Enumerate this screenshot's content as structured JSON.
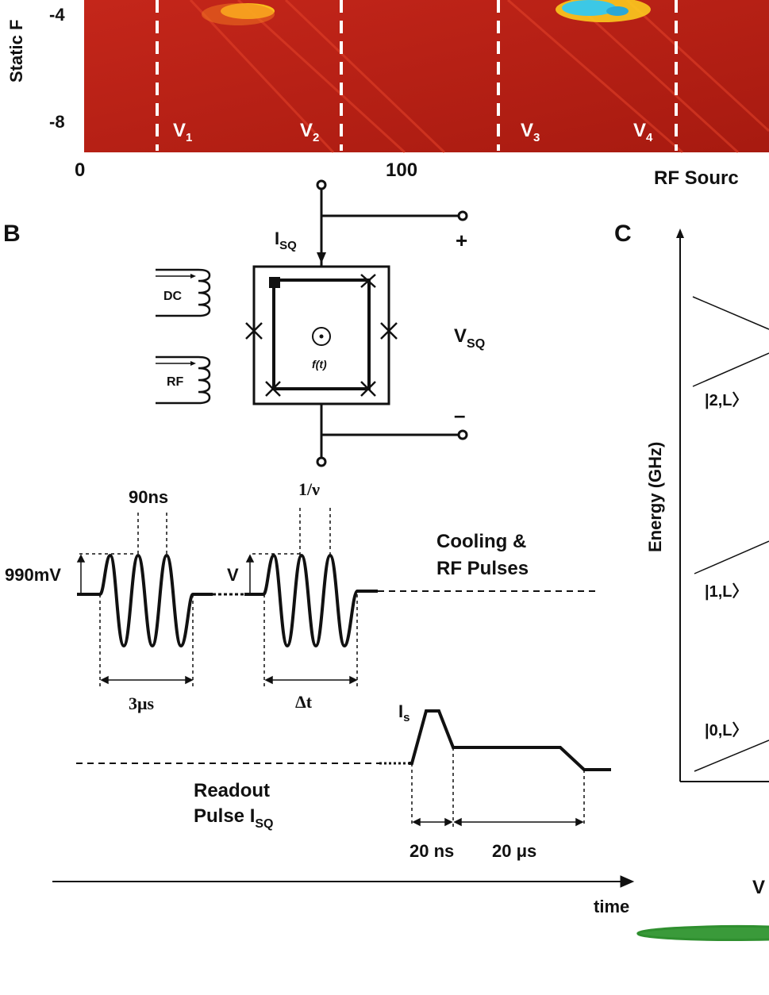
{
  "panel_a": {
    "y_axis_label": "Static F",
    "y_ticks": [
      "-4",
      "-8"
    ],
    "x_ticks": [
      "0",
      "100"
    ],
    "x_axis_label": "RF Sourc",
    "markers": [
      {
        "base": "V",
        "sub": "1"
      },
      {
        "base": "V",
        "sub": "2"
      },
      {
        "base": "V",
        "sub": "3"
      },
      {
        "base": "V",
        "sub": "4"
      }
    ]
  },
  "panel_b": {
    "label": "B",
    "isq": {
      "base": "I",
      "sub": "SQ"
    },
    "plus": "+",
    "minus": "–",
    "vsq": {
      "base": "V",
      "sub": "SQ"
    },
    "coil_dc": "DC",
    "coil_rf": "RF",
    "flux": "f(t)",
    "pulses": {
      "period_label": "90ns",
      "freq_label": "1/ν",
      "amp1": "990mV",
      "amp2": "V",
      "dur1": "3μs",
      "dur2": "Δt",
      "cooling_line1": "Cooling &",
      "cooling_line2": "RF Pulses",
      "is_label": "I",
      "is_sub": "s",
      "readout_line1": "Readout",
      "readout_line2": "Pulse I",
      "readout_sub": "SQ",
      "t1": "20 ns",
      "t2": "20 μs",
      "time_label": "time"
    }
  },
  "panel_c": {
    "label": "C",
    "y_axis_label": "Energy (GHz)",
    "states": [
      "|2,L〉",
      "|1,L〉",
      "|0,L〉"
    ],
    "bottom_label": "V"
  },
  "colors": {
    "heatmap_red": "#b01c12",
    "heatmap_yellow": "#ffd21e",
    "heatmap_cyan": "#3cc8e6",
    "marker_white": "#ffffff",
    "ink": "#111111",
    "green_mark": "#2f8f2f"
  }
}
